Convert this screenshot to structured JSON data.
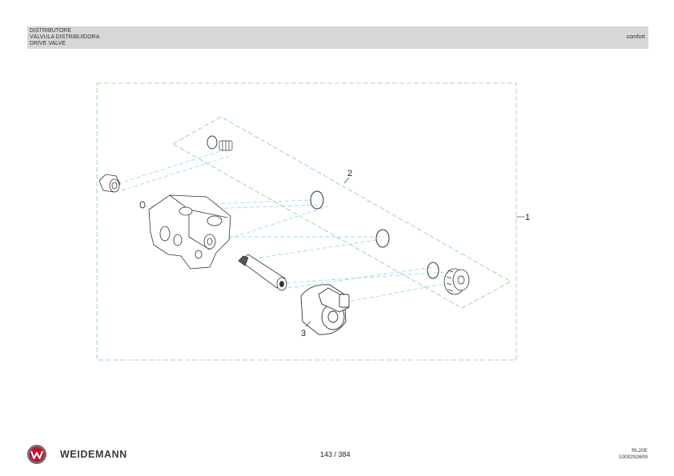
{
  "header": {
    "title_it": "DISTRIBUTORE",
    "title_es": "VÁLVULA DISTRIBUIDORA",
    "title_en": "DRIVE VALVE",
    "variant": "comfort"
  },
  "drawing": {
    "callouts": [
      "1",
      "2",
      "3"
    ]
  },
  "footer": {
    "brand": "WEIDEMANN",
    "page": "143 / 384",
    "model": "RL20E",
    "part_number": "1000292609"
  },
  "colors": {
    "header_bg": "#d7d7d7",
    "frame_green": "#7fd57f",
    "leader_cyan": "#7fd3ea",
    "logo_red": "#c8102e"
  }
}
